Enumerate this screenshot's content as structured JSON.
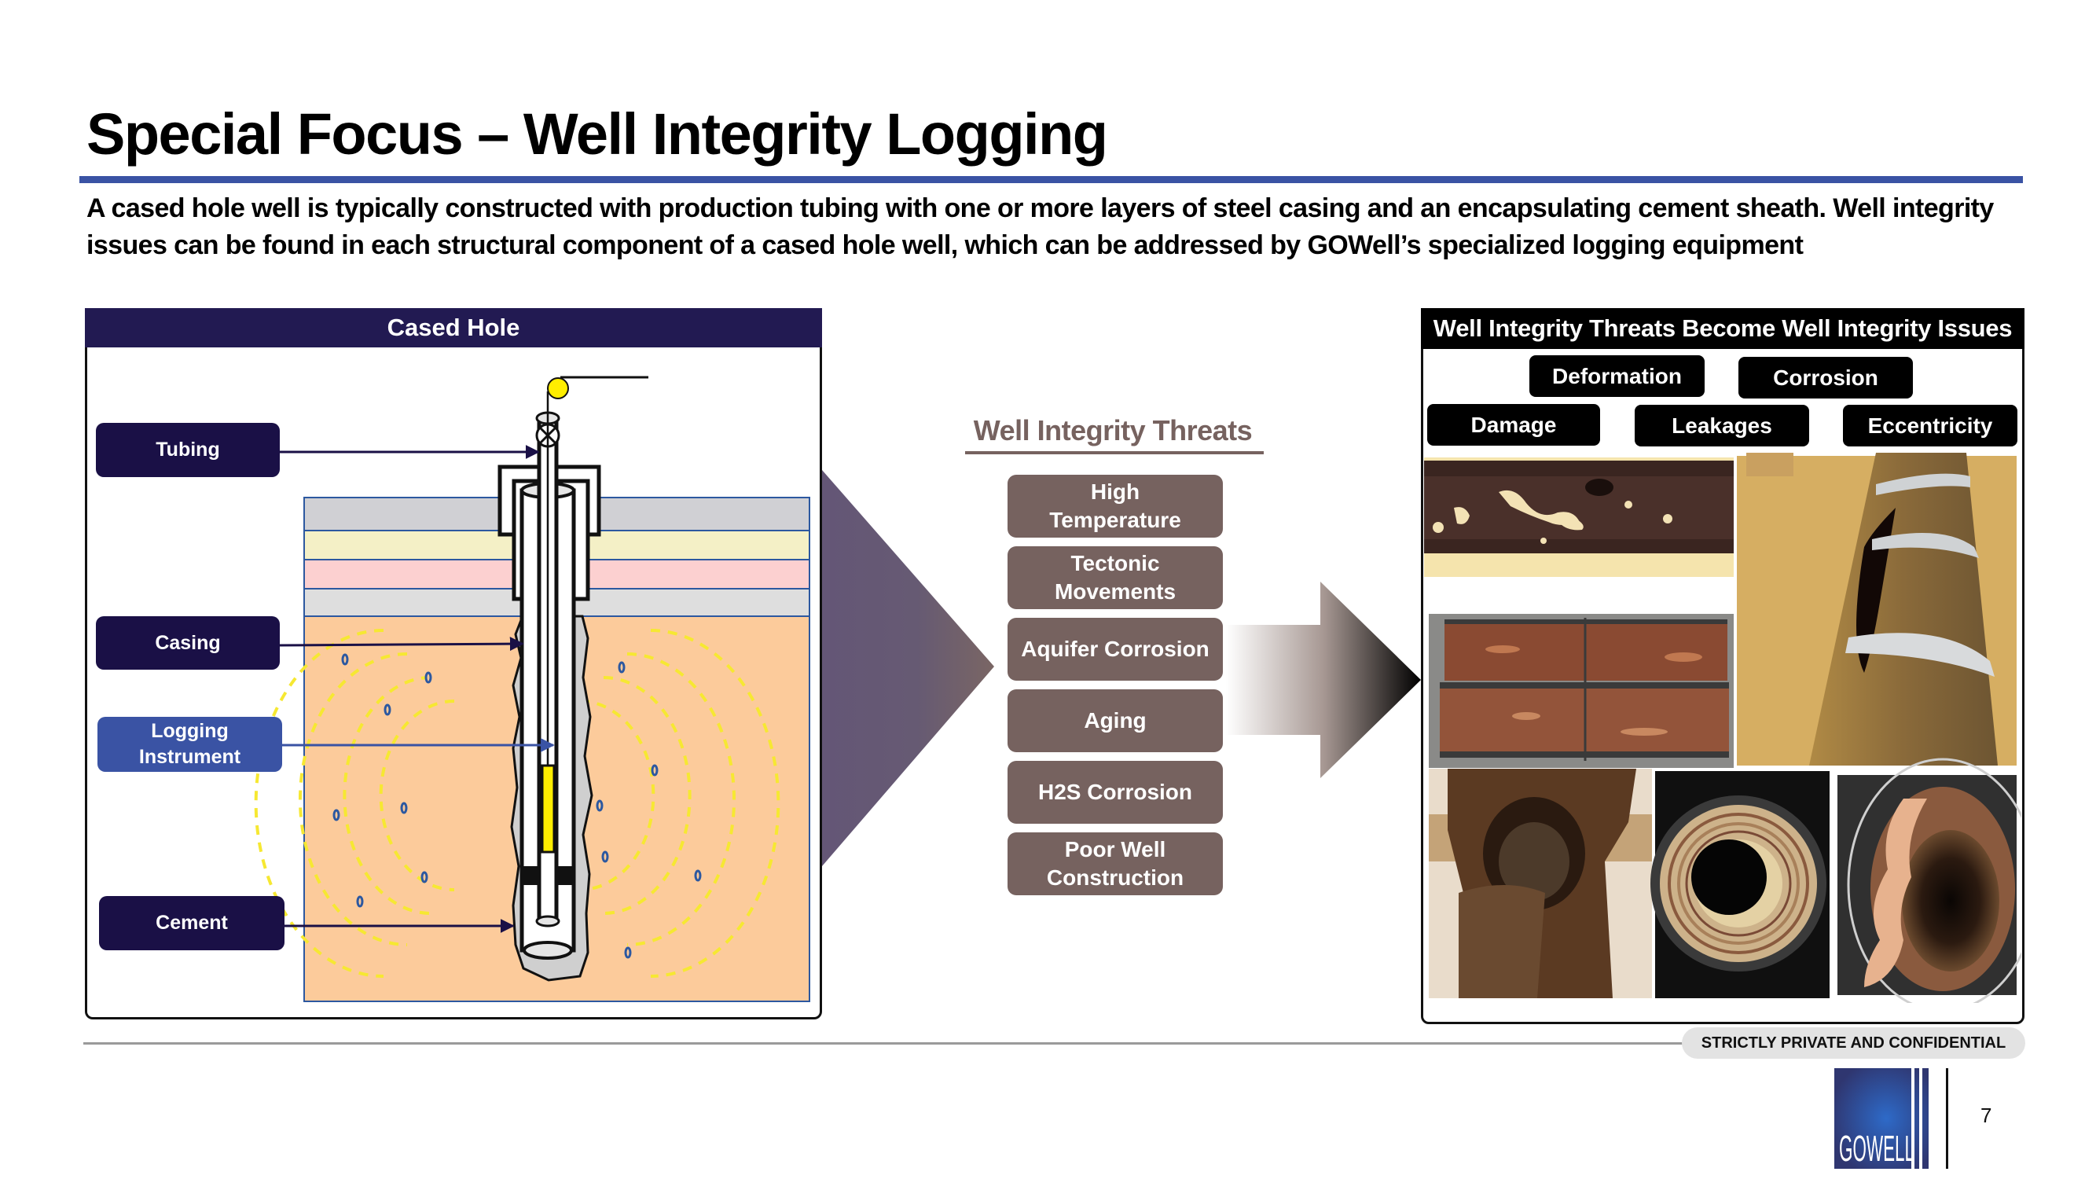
{
  "slide": {
    "title": "Special Focus – Well Integrity Logging",
    "subtitle": "A cased hole well is typically constructed with production tubing with one or more layers of steel casing and an encapsulating cement sheath. Well integrity issues can be found in each structural component of a cased hole well, which can be addressed by GOWell’s specialized logging equipment"
  },
  "cased_hole": {
    "header": "Cased Hole",
    "labels": {
      "tubing": "Tubing",
      "casing": "Casing",
      "logging_instrument": "Logging Instrument",
      "cement": "Cement"
    }
  },
  "threats": {
    "title": "Well Integrity Threats",
    "items": [
      "High Temperature",
      "Tectonic Movements",
      "Aquifer Corrosion",
      "Aging",
      "H2S Corrosion",
      "Poor Well Construction"
    ]
  },
  "issues": {
    "header": "Well Integrity Threats Become Well Integrity Issues",
    "badges": [
      "Deformation",
      "Corrosion",
      "Damage",
      "Leakages",
      "Eccentricity"
    ],
    "photos": [
      "corroded-casing-strip-photo",
      "split-pipe-photo",
      "halved-corroded-pipes-photo",
      "ruptured-pipe-photo",
      "scaled-pipe-cross-section-photo",
      "pipe-interior-deposit-photo"
    ]
  },
  "footer": {
    "confidential": "STRICTLY PRIVATE AND CONFIDENTIAL",
    "logo_text": "GOWELL",
    "page_number": "7"
  },
  "colors": {
    "title_rule": "#3a53a4",
    "panel_header": "#221a52",
    "label_dark": "#1a1046",
    "label_blue": "#3a53a4",
    "threat_box": "#76625f",
    "chevron": "#645676"
  }
}
